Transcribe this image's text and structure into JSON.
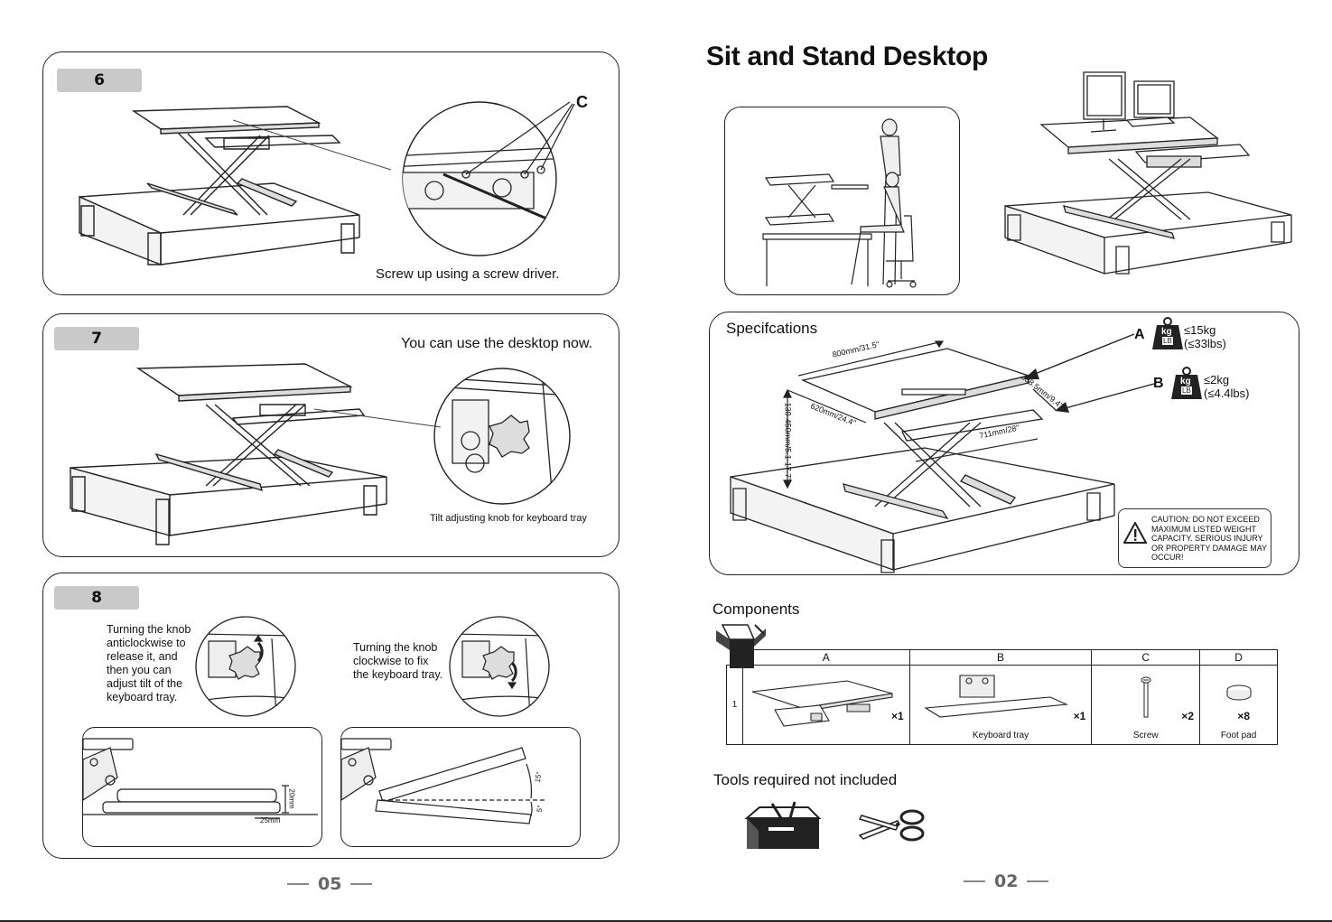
{
  "left_page": {
    "step6": {
      "number": "6",
      "caption": "Screw up using a screw driver.",
      "label_c": "C"
    },
    "step7": {
      "number": "7",
      "caption": "You can use the desktop now.",
      "detail_caption": "Tilt adjusting knob for keyboard tray"
    },
    "step8": {
      "number": "8",
      "note_release": "Turning the knob anticlockwise to release it, and then you can adjust tilt of the keyboard tray.",
      "note_fix": "Turning the knob clockwise to fix the keyboard tray.",
      "dim_20mm": "20mm",
      "dim_25mm": "25mm",
      "angle_up": "15°",
      "angle_down": "5°"
    },
    "page_number": "05"
  },
  "right_page": {
    "title": "Sit and Stand Desktop",
    "specifications": {
      "heading": "Specifcations",
      "dim_width": "800mm/31.5\"",
      "dim_depth": "620mm/24.4\"",
      "dim_height": "130-450mm/5.1-17.7\"",
      "dim_tray_depth": "238.5mm/9.4\"",
      "dim_tray_width": "711mm/28\"",
      "load_a": {
        "label": "A",
        "kg": "kg",
        "lb": "LB",
        "limit": "≤15kg",
        "limit_lbs": "(≤33lbs)"
      },
      "load_b": {
        "label": "B",
        "kg": "kg",
        "lb": "LB",
        "limit": "≤2kg",
        "limit_lbs": "(≤4.4lbs)"
      },
      "caution": "CAUTION: DO NOT EXCEED MAXIMUM LISTED WEIGHT CAPACITY. SERIOUS INJURY OR PROPERTY DAMAGE MAY OCCUR!"
    },
    "components": {
      "heading": "Components",
      "row_index": "1",
      "columns": [
        {
          "letter": "A",
          "qty": "×1",
          "name": ""
        },
        {
          "letter": "B",
          "qty": "×1",
          "name": "Keyboard tray"
        },
        {
          "letter": "C",
          "qty": "×2",
          "name": "Screw"
        },
        {
          "letter": "D",
          "qty": "×8",
          "name": "Foot pad"
        }
      ]
    },
    "tools_heading": "Tools required not included",
    "page_number": "02"
  }
}
